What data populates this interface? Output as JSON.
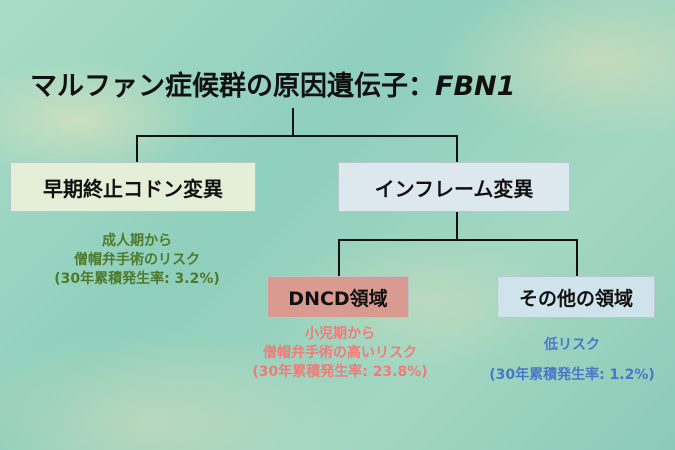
{
  "title": {
    "main": "マルファン症候群の原因遺伝子：",
    "gene": "FBN1"
  },
  "nodes": {
    "nonsense": {
      "label": "早期終止コドン変異",
      "color": "#e5eed6"
    },
    "inframe": {
      "label": "インフレーム変異",
      "color": "#dde8ee"
    },
    "dncd": {
      "label": "DNCD領域",
      "color": "#d99b90"
    },
    "other": {
      "label": "その他の領域",
      "color": "#cfe3ec"
    }
  },
  "notes": {
    "nonsense": {
      "line1": "成人期から",
      "line2": "僧帽弁手術のリスク",
      "line3": "(30年累積発生率: 3.2%)",
      "color": "#4d7a2c"
    },
    "dncd": {
      "line1": "小児期から",
      "line2": "僧帽弁手術の高いリスク",
      "line3": "(30年累積発生率: 23.8%)",
      "color": "#f27b78"
    },
    "other": {
      "line1": "低リスク",
      "line2": "(30年累積発生率: 1.2%)",
      "color": "#4a78c8"
    }
  }
}
